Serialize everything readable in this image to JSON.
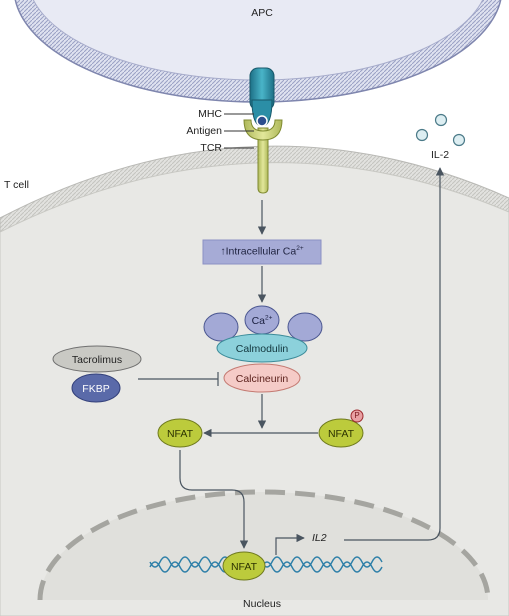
{
  "labels": {
    "apc": "APC",
    "mhc": "MHC",
    "antigen": "Antigen",
    "tcr": "TCR",
    "t_cell": "T cell",
    "il2_cytokine": "IL-2",
    "intracellular_ca": "Intracellular Ca",
    "ca_superscript": "2+",
    "ca_arrow": "↑",
    "ca": "Ca",
    "calmodulin": "Calmodulin",
    "calcineurin": "Calcineurin",
    "tacrolimus": "Tacrolimus",
    "fkbp": "FKBP",
    "nfat_left": "NFAT",
    "nfat_right": "NFAT",
    "phospho": "P",
    "nfat_dna": "NFAT",
    "il2_gene": "IL2",
    "nucleus": "Nucleus"
  },
  "colors": {
    "apc_fill": "#e6e8f3",
    "apc_border": "#7f86ae",
    "tcell_fill": "#e6e6e4",
    "tcell_border": "#b9b9b5",
    "mhc": "#2a8fa8",
    "tcr": "#cfd77e",
    "ca_box": "#a6abd6",
    "calmodulin": "#8cd1db",
    "calcineurin": "#f5cbc7",
    "tacrolimus": "#c9c9c4",
    "fkbp": "#5a6aa9",
    "nfat": "#bccb3c",
    "phospho": "#e8a0a2",
    "dna": "#2d7fa8",
    "arrow": "#4a5560"
  }
}
